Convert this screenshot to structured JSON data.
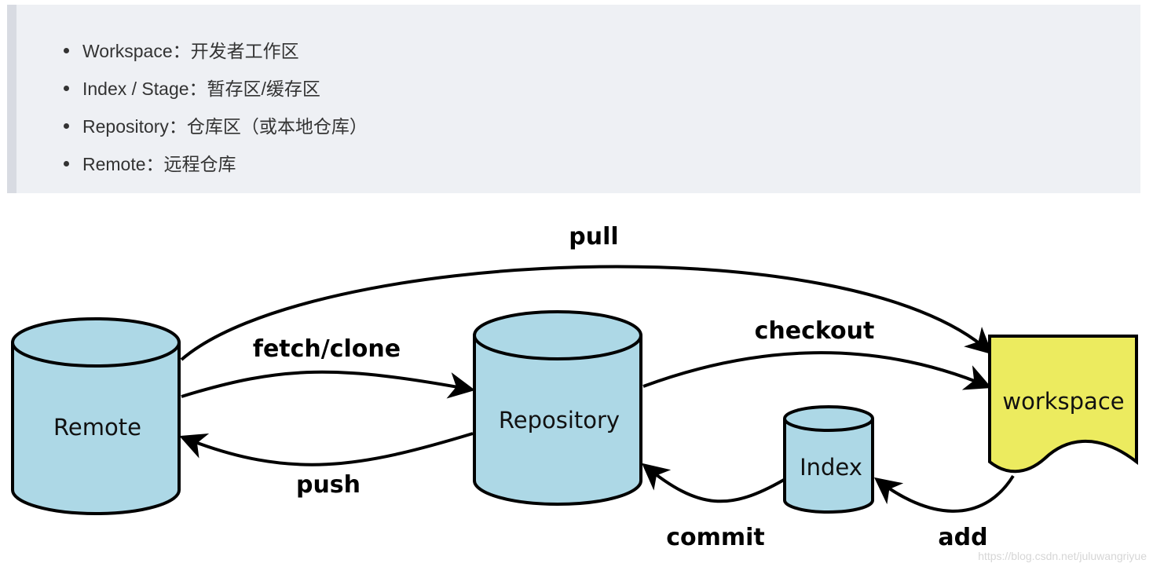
{
  "notes": {
    "items": [
      "Workspace：开发者工作区",
      "Index / Stage：暂存区/缓存区",
      "Repository：仓库区（或本地仓库）",
      "Remote：远程仓库"
    ]
  },
  "diagram": {
    "nodes": {
      "remote": "Remote",
      "repository": "Repository",
      "index": "Index",
      "workspace": "workspace"
    },
    "edges": {
      "pull": "pull",
      "fetch_clone": "fetch/clone",
      "push": "push",
      "checkout": "checkout",
      "commit": "commit",
      "add": "add"
    },
    "colors": {
      "database_fill": "#add8e6",
      "workspace_fill": "#eceb5f",
      "stroke": "#000000",
      "note_background": "#eef0f4"
    }
  },
  "watermark": "https://blog.csdn.net/juluwangriyue"
}
